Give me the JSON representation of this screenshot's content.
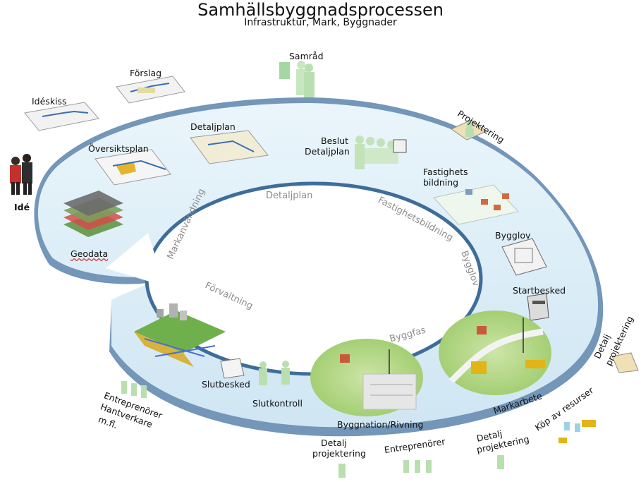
{
  "title": "Samhällsbyggnadsprocessen",
  "subtitle": "Infrastruktur, Mark, Byggnader",
  "ring_labels": {
    "markanvandning": "Markanvändning",
    "detaljplan": "Detaljplan",
    "fastighetsbildning": "Fastighetsbildning",
    "bygglov": "Bygglov",
    "forvaltning": "Förvaltning",
    "byggfas": "Byggfas"
  },
  "labels": {
    "samrad": "Samråd",
    "forslag": "Förslag",
    "ideskiss": "Idéskiss",
    "projektering": "Projektering",
    "oversiktsplan": "Översiktsplan",
    "detaljplan_doc": "Detaljplan",
    "beslut_1": "Beslut",
    "beslut_2": "Detaljplan",
    "fastighets_1": "Fastighets",
    "fastighets_2": "bildning",
    "ide": "Idé",
    "geodata": "Geodata",
    "bygglov_doc": "Bygglov",
    "startbesked": "Startbesked",
    "slutbesked": "Slutbesked",
    "slutkontroll": "Slutkontroll",
    "entreprenorer_hant_1": "Entreprenörer",
    "entreprenorer_hant_2": "Hantverkare",
    "entreprenorer_hant_3": "m.fl.",
    "byggnation": "Byggnation/Rivning",
    "markarbete": "Markarbete",
    "detalj_proj_bottom_1": "Detalj",
    "detalj_proj_bottom_2": "projektering",
    "entreprenorer_bottom": "Entreprenörer",
    "detalj_proj_right_1": "Detalj",
    "detalj_proj_right_2": "projektering",
    "kop_av_resurser": "Köp av resurser",
    "detalj_proj_edge_1": "Detalj",
    "detalj_proj_edge_2": "projektering"
  }
}
